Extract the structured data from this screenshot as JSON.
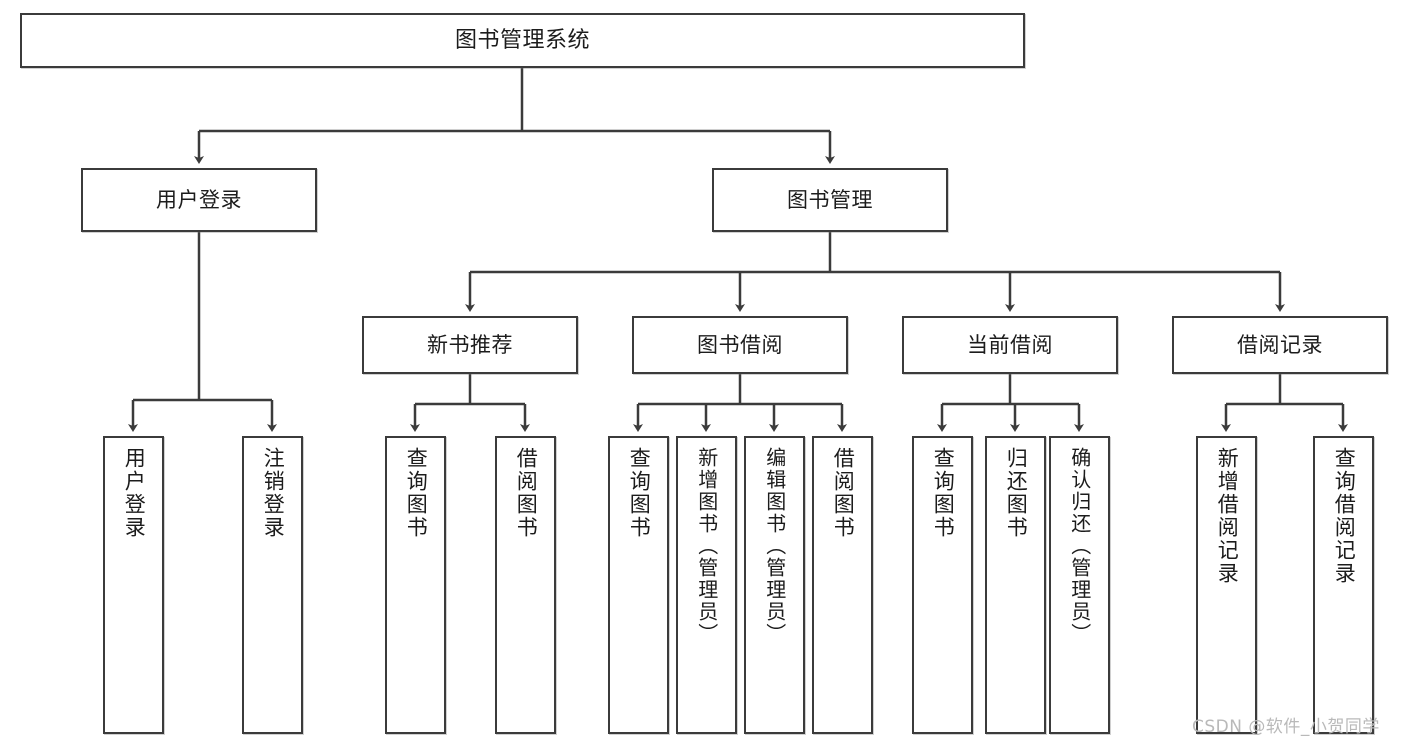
{
  "diagram": {
    "title": "图书管理系统",
    "type": "hierarchy-tree",
    "root": {
      "label": "图书管理系统"
    },
    "level2": [
      {
        "label": "用户登录"
      },
      {
        "label": "图书管理"
      }
    ],
    "level3": [
      {
        "label": "新书推荐"
      },
      {
        "label": "图书借阅"
      },
      {
        "label": "当前借阅"
      },
      {
        "label": "借阅记录"
      }
    ],
    "leaves": {
      "user_login": [
        {
          "label": "用户登录"
        },
        {
          "label": "注销登录"
        }
      ],
      "new_book_recommend": [
        {
          "label": "查询图书"
        },
        {
          "label": "借阅图书"
        }
      ],
      "book_borrow": [
        {
          "label": "查询图书"
        },
        {
          "label": "新增图书（管理员）"
        },
        {
          "label": "编辑图书（管理员）"
        },
        {
          "label": "借阅图书"
        }
      ],
      "current_borrow": [
        {
          "label": "查询图书"
        },
        {
          "label": "归还图书"
        },
        {
          "label": "确认归还（管理员）"
        }
      ],
      "borrow_record": [
        {
          "label": "新增借阅记录"
        },
        {
          "label": "查询借阅记录"
        }
      ]
    },
    "watermark": "CSDN @软件_小贺同学",
    "colors": {
      "stroke": "#3b3b3b",
      "fill": "#ffffff",
      "text": "#1c1c1c",
      "watermark": "#b9b9b9"
    }
  }
}
